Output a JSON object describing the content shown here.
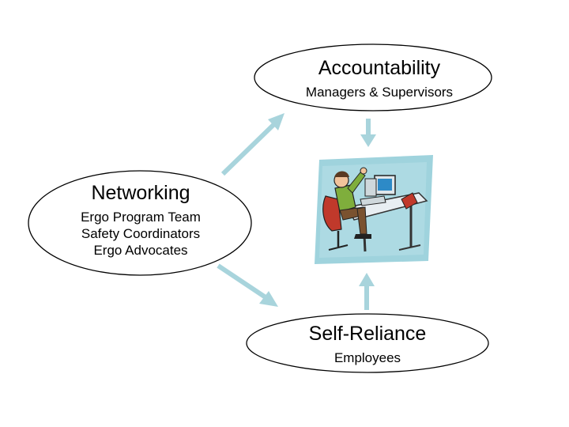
{
  "colors": {
    "arrow": "#a8d4dc",
    "ellipse_stroke": "#000000",
    "clipart_background": "#9fd3dd"
  },
  "nodes": {
    "accountability": {
      "title": "Accountability",
      "subtitle": "Managers & Supervisors"
    },
    "networking": {
      "title": "Networking",
      "lines": [
        "Ergo Program Team",
        "Safety Coordinators",
        "Ergo Advocates"
      ]
    },
    "self_reliance": {
      "title": "Self-Reliance",
      "subtitle": "Employees"
    }
  },
  "clipart": {
    "icon": "person-at-computer-desk-icon"
  }
}
